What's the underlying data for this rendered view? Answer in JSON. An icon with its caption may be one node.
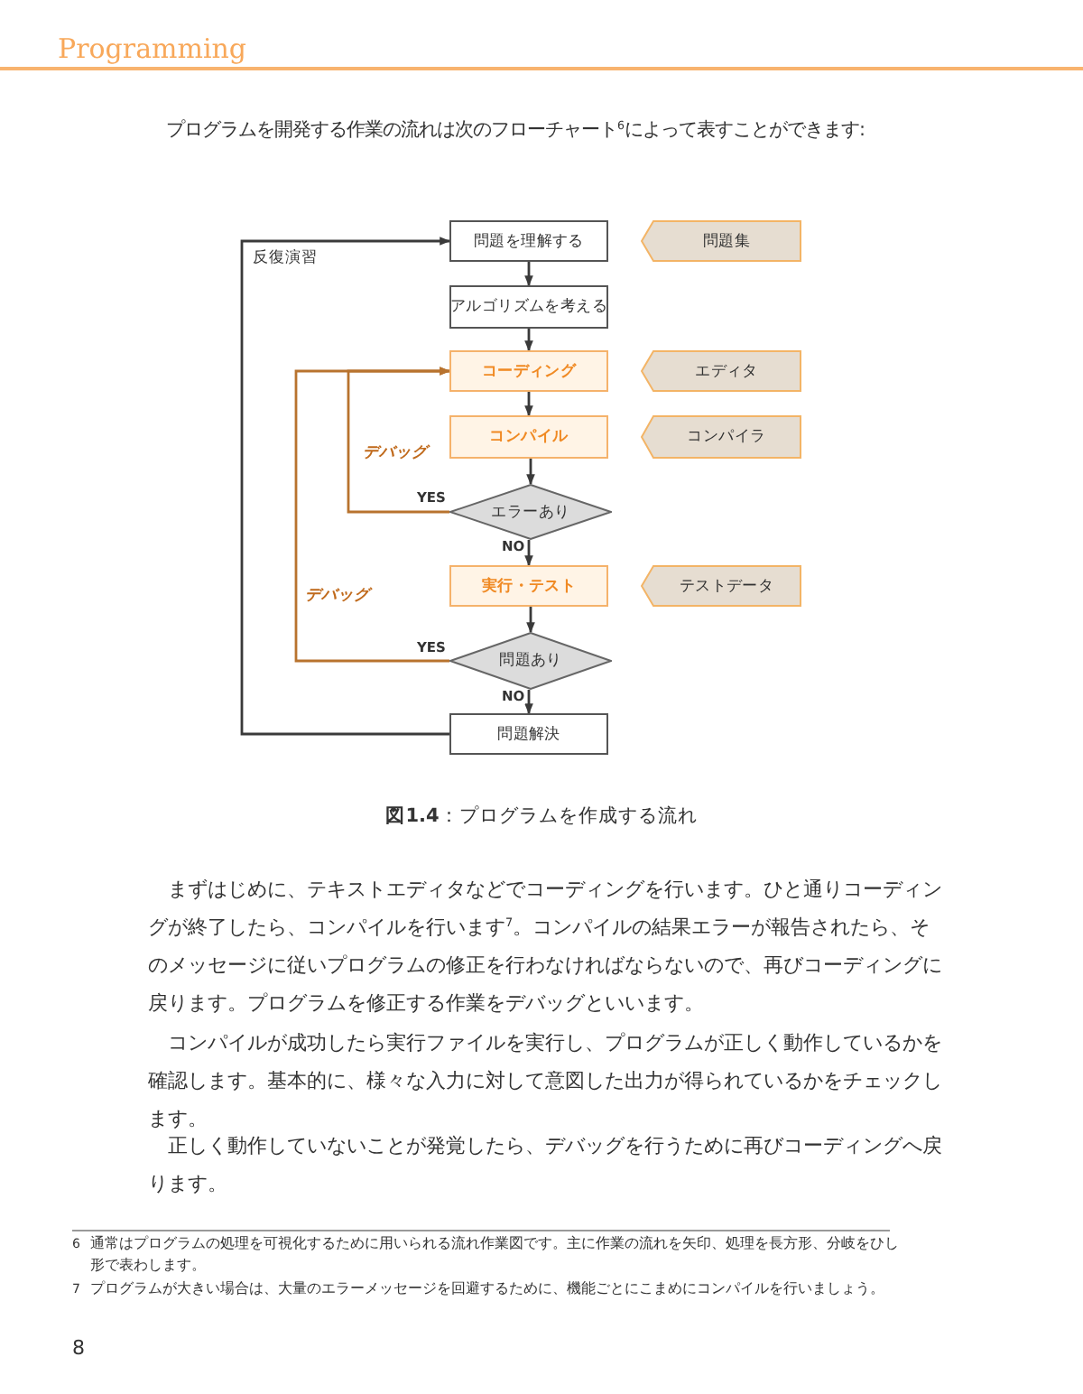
{
  "diagram": {
    "caption": "**図1.4**：プログラムを作成する流れ",
    "nodes": [
      {
        "text": [
          "問題を理解する"
        ]
      },
      {
        "text": [
          "アルゴリズムを考える"
        ]
      },
      {
        "text": [
          "コーディング"
        ]
      },
      {
        "text": [
          "コンパイル"
        ]
      },
      {
        "text": [
          "エラーあり"
        ]
      },
      {
        "text": [
          "実行・テスト"
        ]
      },
      {
        "text": [
          "問題あり"
        ]
      },
      {
        "text": [
          "問題解決"
        ]
      },
      {
        "text": [
          "問題集"
        ]
      },
      {
        "text": [
          "エディタ"
        ]
      },
      {
        "text": [
          "コンパイラ"
        ]
      },
      {
        "text": [
          "テストデータ"
        ]
      }
    ],
    "edges": [
      {
        "from": 0,
        "to": 1,
        "arrow": "to"
      },
      {
        "from": 1,
        "to": 2,
        "arrow": "to"
      },
      {
        "from": 2,
        "to": 3,
        "arrow": "to"
      },
      {
        "from": 3,
        "to": 4,
        "arrow": "to"
      },
      {
        "from": 4,
        "to": 5,
        "arrow": "to",
        "label": "NO"
      },
      {
        "from": 5,
        "to": 6,
        "arrow": "to"
      },
      {
        "from": 6,
        "to": 7,
        "arrow": "to",
        "label": "NO"
      },
      {
        "from": 4,
        "to": 2,
        "arrow": "to",
        "label": "YES",
        "color": "#b8732e"
      },
      {
        "from": 6,
        "to": 2,
        "arrow": "to",
        "label": "YES",
        "color": "#b8732e"
      },
      {
        "from": 7,
        "to": 0,
        "arrow": "to",
        "label": "反復演習"
      }
    ],
    "labels": [
      "Programming",
      "プログラムを開発する作業の流れは次のフローチャート$^{6}$によって表すことができます:",
      "デバッグ",
      "デバッグ",
      "まずはじめに、テキストエディタなどでコーディングを行います。ひと通りコーディングが終了したら、コンパイルを行います$^{7}$。コンパイルの結果エラーが報告されたら、そのメッセージに従いプログラムの修正を行わなければならないので、再びコーディングに戻ります。プログラムを修正する作業をデバッグといいます。",
      "コンパイルが成功したら実行ファイルを実行し、プログラムが正しく動作しているかを確認します。基本的に、様々な入力に対して意図した出力が得られているかをチェックします。",
      "正しく動作していないことが発覚したら、デバッグを行うために再びコーディングへ戻ります。",
      "6",
      "通常はプログラムの処理を可視化するために用いられる流れ作業図です。主に作業の流れを矢印、処理を長方形、分岐をひし形で表わします。",
      "7",
      "プログラムが大きい場合は、大量のエラーメッセージを回避するために、機能ごとにこまめにコンパイルを行いましょう。",
      "8"
    ]
  }
}
